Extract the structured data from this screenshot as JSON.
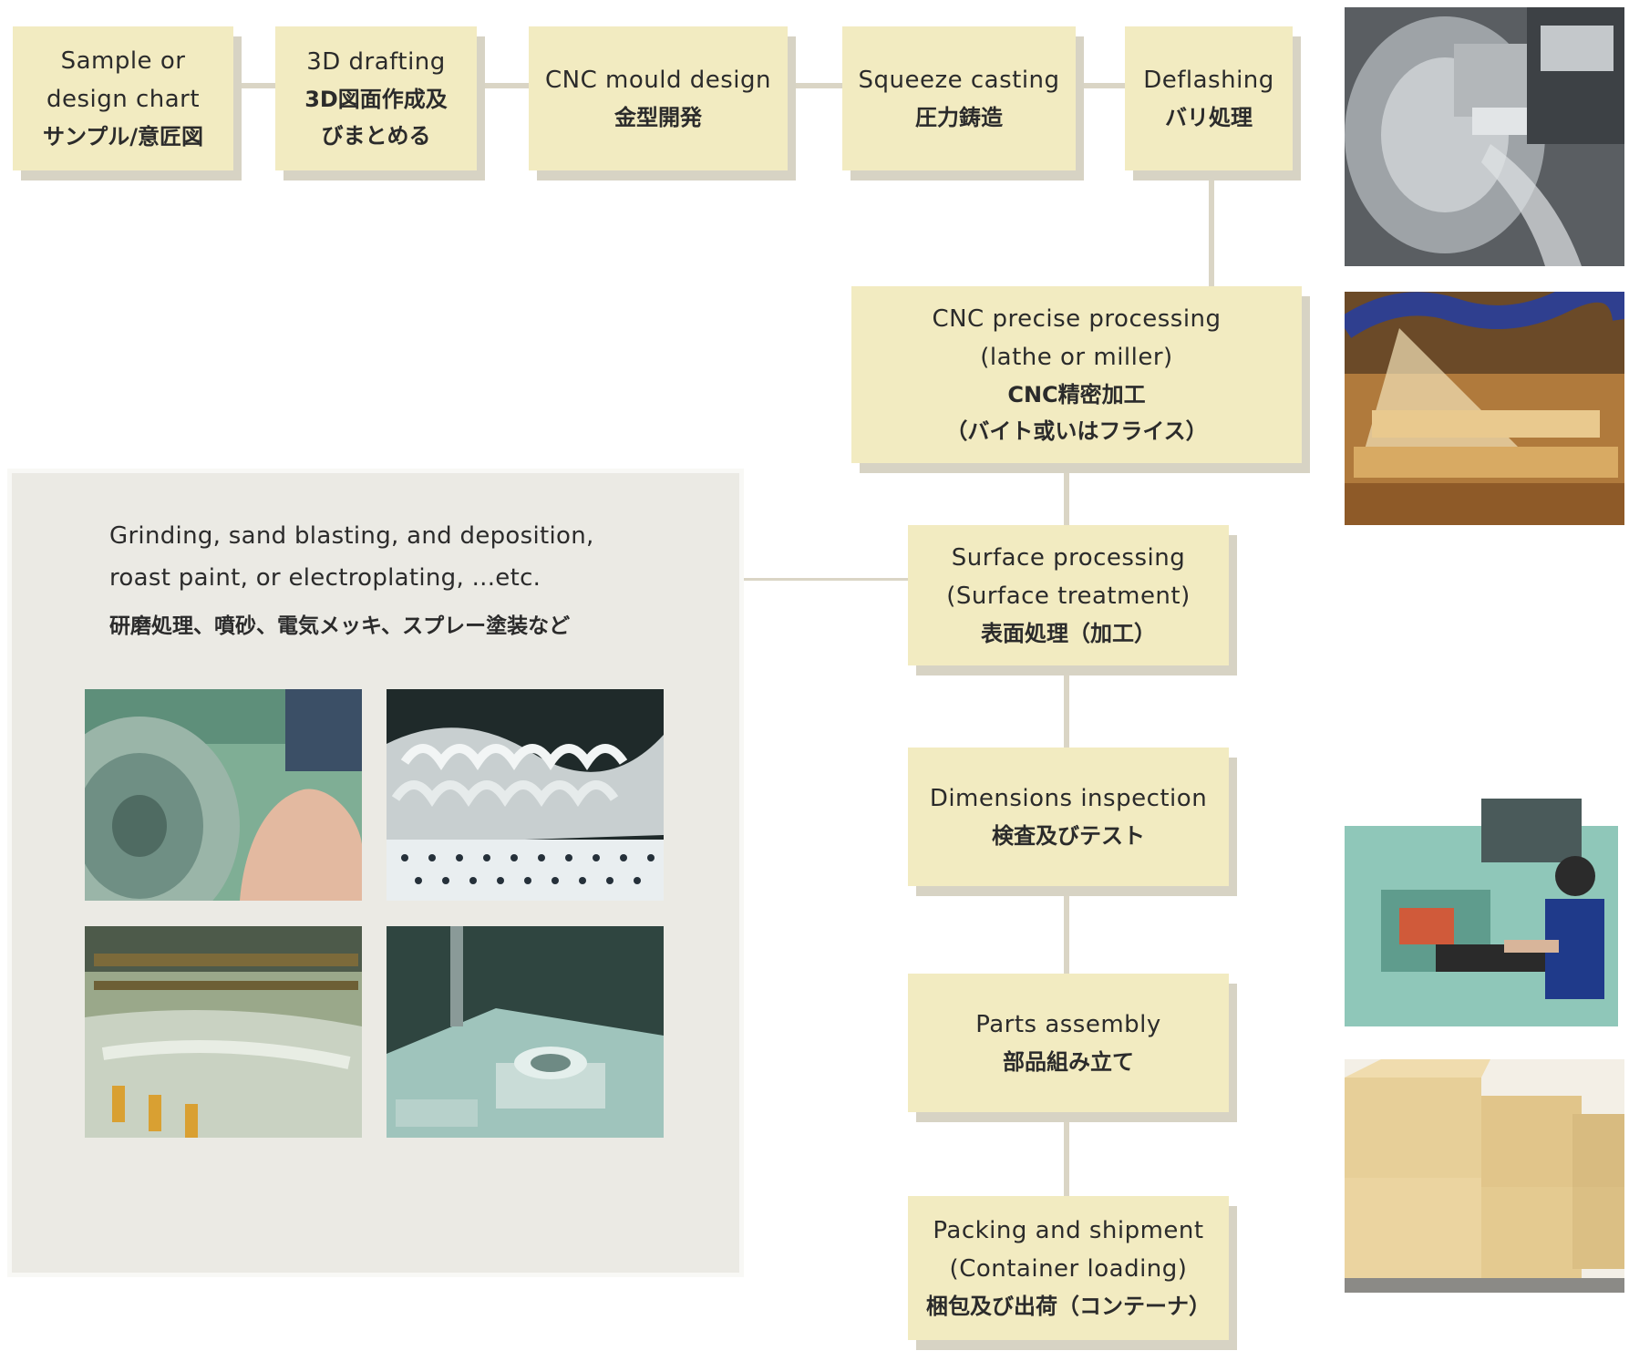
{
  "steps": {
    "sample": {
      "en": [
        "Sample or",
        "design chart"
      ],
      "jp": [
        "サンプル/意匠図"
      ]
    },
    "drafting": {
      "en": [
        "3D drafting"
      ],
      "jp": [
        "3D図面作成及",
        "びまとめる"
      ]
    },
    "mould": {
      "en": [
        "CNC mould design"
      ],
      "jp": [
        "金型開発"
      ]
    },
    "casting": {
      "en": [
        "Squeeze casting"
      ],
      "jp": [
        "圧力鋳造"
      ]
    },
    "deflash": {
      "en": [
        "Deflashing"
      ],
      "jp": [
        "バリ処理"
      ]
    },
    "cnc": {
      "en": [
        "CNC precise processing",
        "(lathe or miller)"
      ],
      "jp": [
        "CNC精密加工",
        "（バイト或いはフライス）"
      ]
    },
    "surface": {
      "en": [
        "Surface processing",
        "(Surface treatment)"
      ],
      "jp": [
        "表面処理（加工）"
      ]
    },
    "inspect": {
      "en": [
        "Dimensions inspection"
      ],
      "jp": [
        "検査及びテスト"
      ]
    },
    "assembly": {
      "en": [
        "Parts assembly"
      ],
      "jp": [
        "部品組み立て"
      ]
    },
    "packing": {
      "en": [
        "Packing and shipment",
        "(Container loading)"
      ],
      "jp": [
        "梱包及び出荷（コンテーナ）"
      ]
    }
  },
  "surface_panel": {
    "en": [
      "Grinding, sand blasting, and deposition,",
      "roast paint, or electroplating, ...etc."
    ],
    "jp": [
      "研磨処理、噴砂、電気メッキ、スプレー塗装など"
    ]
  },
  "colors": {
    "box": "#f2ebc1",
    "shadow": "#d7d3c4",
    "connector": "#dad5c5",
    "panel": "#ebeae4"
  }
}
